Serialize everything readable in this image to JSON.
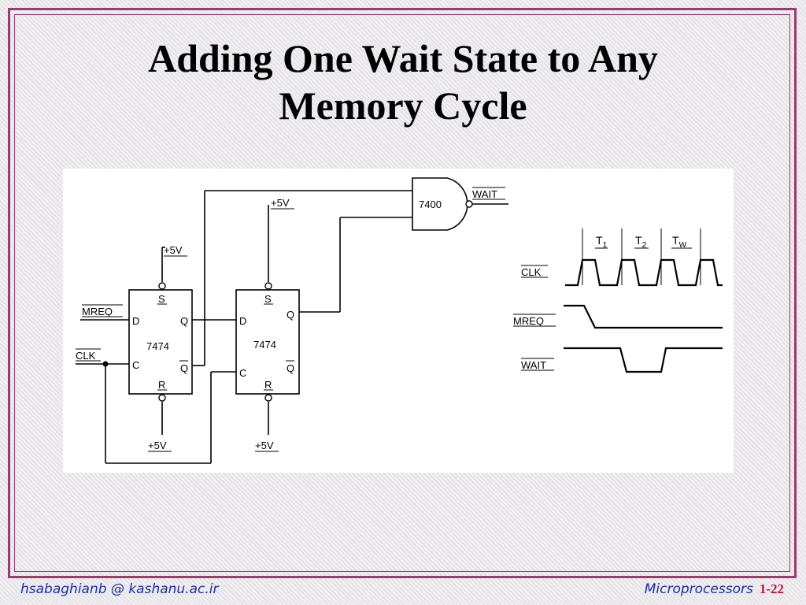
{
  "slide": {
    "title_line1": "Adding One Wait State to Any",
    "title_line2": "Memory Cycle",
    "footer_left": "hsabaghianb @ kashanu.ac.ir",
    "footer_right": "Microprocessors",
    "page_number": "1-22",
    "colors": {
      "border": "#9c3c6c",
      "footer_text": "#1c2ea0",
      "page_number": "#c0143c"
    }
  },
  "circuit": {
    "ff1_chip": "7474",
    "ff2_chip": "7474",
    "nand_chip": "7400",
    "pin_s": "S",
    "pin_r": "R",
    "pin_d": "D",
    "pin_c": "C",
    "pin_q": "Q",
    "pin_qbar": "Q",
    "vcc": "+5V",
    "mreq": "MREQ",
    "clk": "CLK",
    "wait": "WAIT"
  },
  "timing": {
    "t1": "T",
    "t1_sub": "1",
    "t2": "T",
    "t2_sub": "2",
    "tw": "T",
    "tw_sub": "W",
    "clk": "CLK",
    "mreq": "MREQ",
    "wait": "WAIT"
  }
}
